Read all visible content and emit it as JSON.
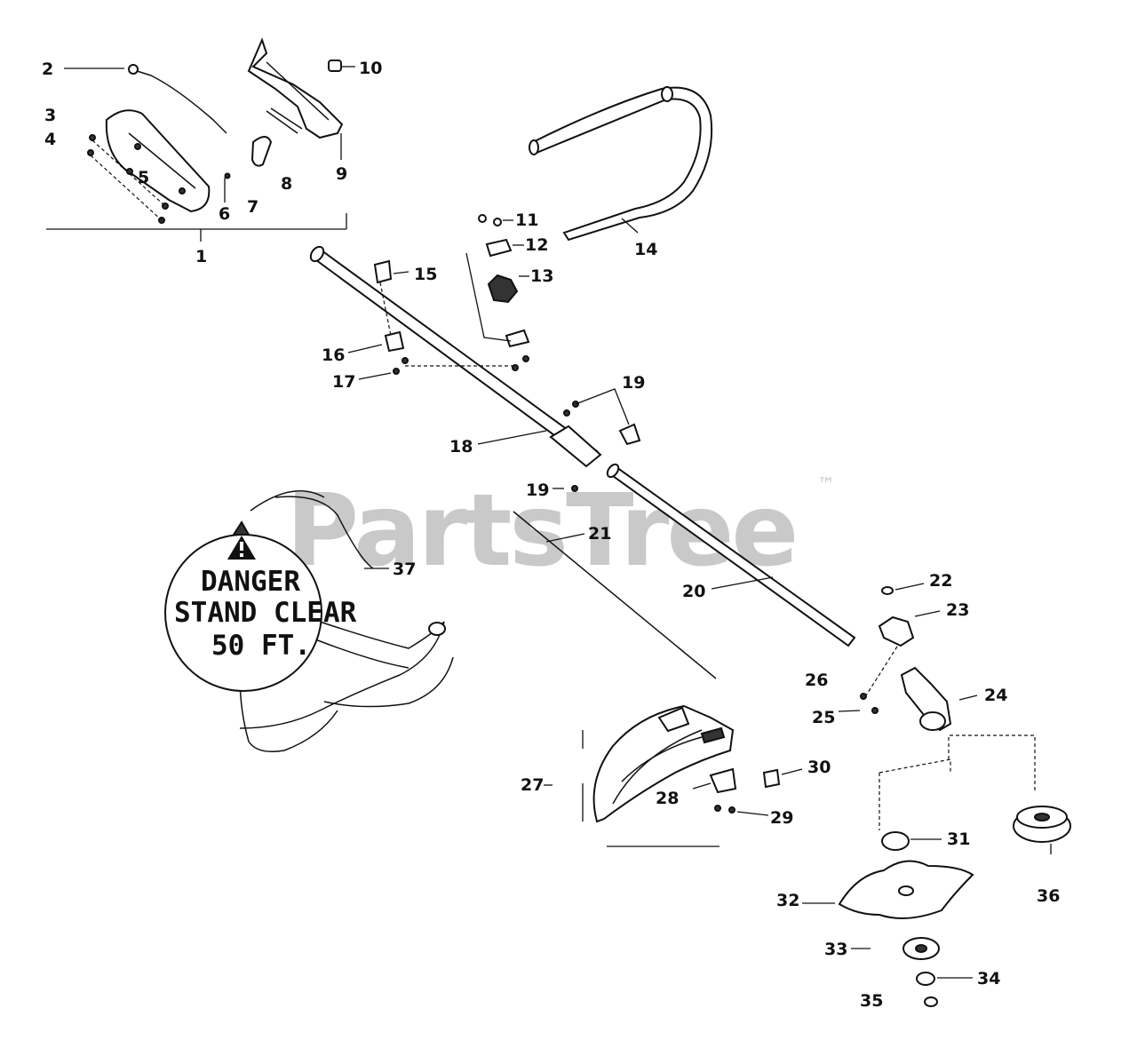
{
  "watermark": {
    "text": "PartsTree",
    "tm": "™"
  },
  "danger_label": {
    "line1": "DANGER",
    "line2": "STAND CLEAR",
    "line3": "50 FT."
  },
  "callouts": {
    "c1": "1",
    "c2": "2",
    "c3": "3",
    "c4": "4",
    "c5": "5",
    "c6": "6",
    "c7": "7",
    "c8": "8",
    "c9": "9",
    "c10": "10",
    "c11": "11",
    "c12": "12",
    "c13": "13",
    "c14": "14",
    "c15": "15",
    "c16": "16",
    "c17": "17",
    "c18": "18",
    "c19a": "19",
    "c19b": "19",
    "c20": "20",
    "c21": "21",
    "c22": "22",
    "c23": "23",
    "c24": "24",
    "c25": "25",
    "c26": "26",
    "c27": "27",
    "c28": "28",
    "c29": "29",
    "c30": "30",
    "c31": "31",
    "c32": "32",
    "c33": "33",
    "c34": "34",
    "c35": "35",
    "c36": "36",
    "c37": "37"
  }
}
